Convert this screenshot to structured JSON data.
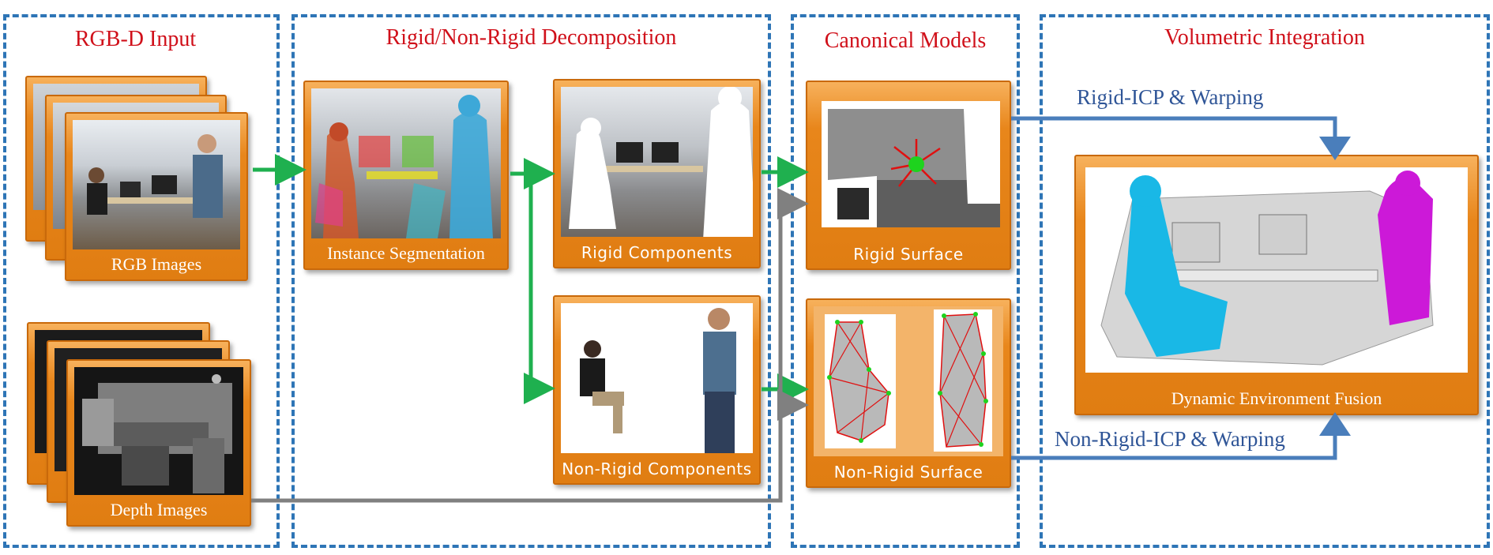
{
  "sections": {
    "input": {
      "title": "RGB-D Input"
    },
    "decomposition": {
      "title": "Rigid/Non-Rigid Decomposition"
    },
    "canonical": {
      "title": "Canonical Models"
    },
    "integration": {
      "title": "Volumetric Integration"
    }
  },
  "cards": {
    "rgb_images": "RGB Images",
    "depth_images": "Depth Images",
    "instance_segmentation": "Instance Segmentation",
    "rigid_components": "Rigid Components",
    "nonrigid_components": "Non-Rigid Components",
    "rigid_surface": "Rigid Surface",
    "nonrigid_surface": "Non-Rigid Surface",
    "fusion": "Dynamic  Environment Fusion"
  },
  "edge_labels": {
    "rigid_icp": "Rigid-ICP & Warping",
    "nonrigid_icp": "Non-Rigid-ICP & Warping"
  },
  "colors": {
    "section_border": "#2e75b6",
    "title": "#d0101a",
    "card_orange": "#e8861b",
    "arrow_green": "#1fb04f",
    "arrow_gray": "#808080",
    "arrow_blue": "#4a7ebb",
    "edge_text": "#2f5597"
  }
}
